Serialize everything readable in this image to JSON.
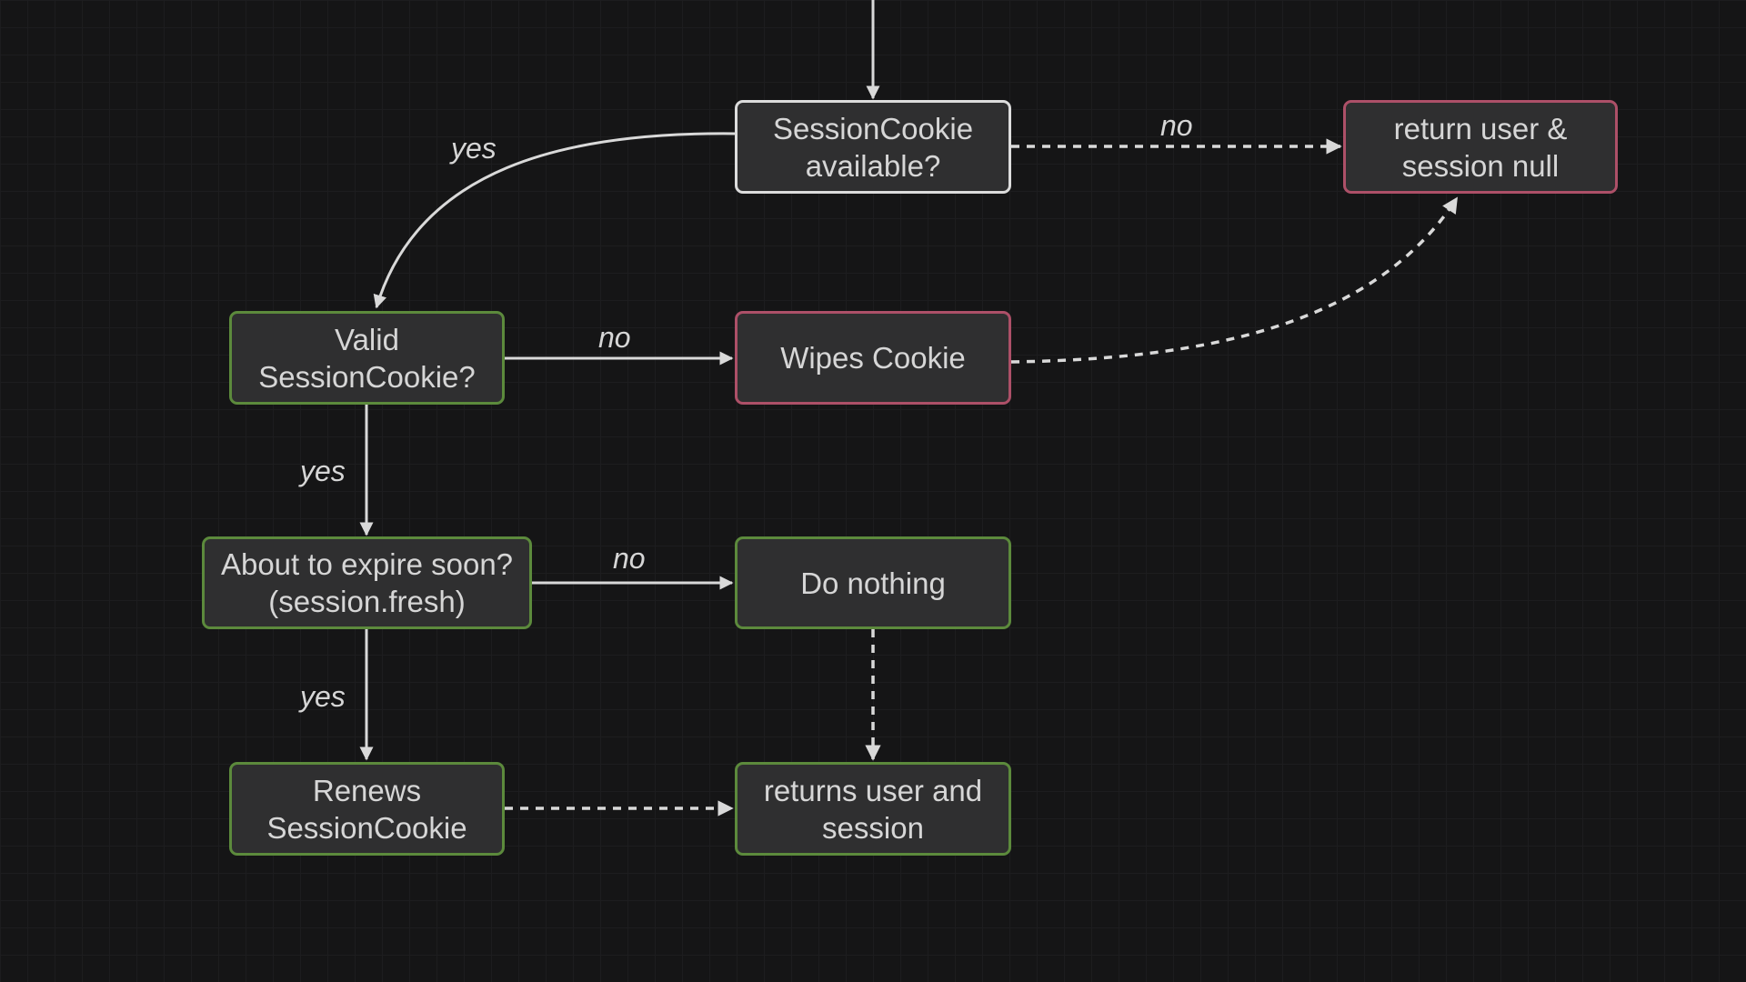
{
  "diagram": {
    "type": "flowchart",
    "nodes": [
      {
        "id": "session_cookie_available",
        "label": "SessionCookie\navailable?",
        "style": "neutral"
      },
      {
        "id": "return_null",
        "label": "return user &\nsession null",
        "style": "error"
      },
      {
        "id": "valid_session_cookie",
        "label": "Valid\nSessionCookie?",
        "style": "success"
      },
      {
        "id": "wipes_cookie",
        "label": "Wipes Cookie",
        "style": "error"
      },
      {
        "id": "about_to_expire",
        "label": "About to expire soon?\n(session.fresh)",
        "style": "success"
      },
      {
        "id": "do_nothing",
        "label": "Do nothing",
        "style": "success"
      },
      {
        "id": "renews_session_cookie",
        "label": "Renews\nSessionCookie",
        "style": "success"
      },
      {
        "id": "returns_user_session",
        "label": "returns user and\nsession",
        "style": "success"
      }
    ],
    "edges": [
      {
        "from": "entry",
        "to": "session_cookie_available",
        "label": "",
        "dashed": false
      },
      {
        "from": "session_cookie_available",
        "to": "return_null",
        "label": "no",
        "dashed": true
      },
      {
        "from": "session_cookie_available",
        "to": "valid_session_cookie",
        "label": "yes",
        "dashed": false
      },
      {
        "from": "valid_session_cookie",
        "to": "wipes_cookie",
        "label": "no",
        "dashed": false
      },
      {
        "from": "wipes_cookie",
        "to": "return_null",
        "label": "",
        "dashed": true
      },
      {
        "from": "valid_session_cookie",
        "to": "about_to_expire",
        "label": "yes",
        "dashed": false
      },
      {
        "from": "about_to_expire",
        "to": "do_nothing",
        "label": "no",
        "dashed": false
      },
      {
        "from": "about_to_expire",
        "to": "renews_session_cookie",
        "label": "yes",
        "dashed": false
      },
      {
        "from": "do_nothing",
        "to": "returns_user_session",
        "label": "",
        "dashed": true
      },
      {
        "from": "renews_session_cookie",
        "to": "returns_user_session",
        "label": "",
        "dashed": true
      }
    ]
  },
  "colors": {
    "background": "#151516",
    "node_fill": "#2f2f30",
    "success_border": "#5c8a3c",
    "error_border": "#ad5068",
    "neutral_border": "#dcdcdc",
    "edge": "#d9d9d9",
    "text": "#d6d6d6"
  }
}
